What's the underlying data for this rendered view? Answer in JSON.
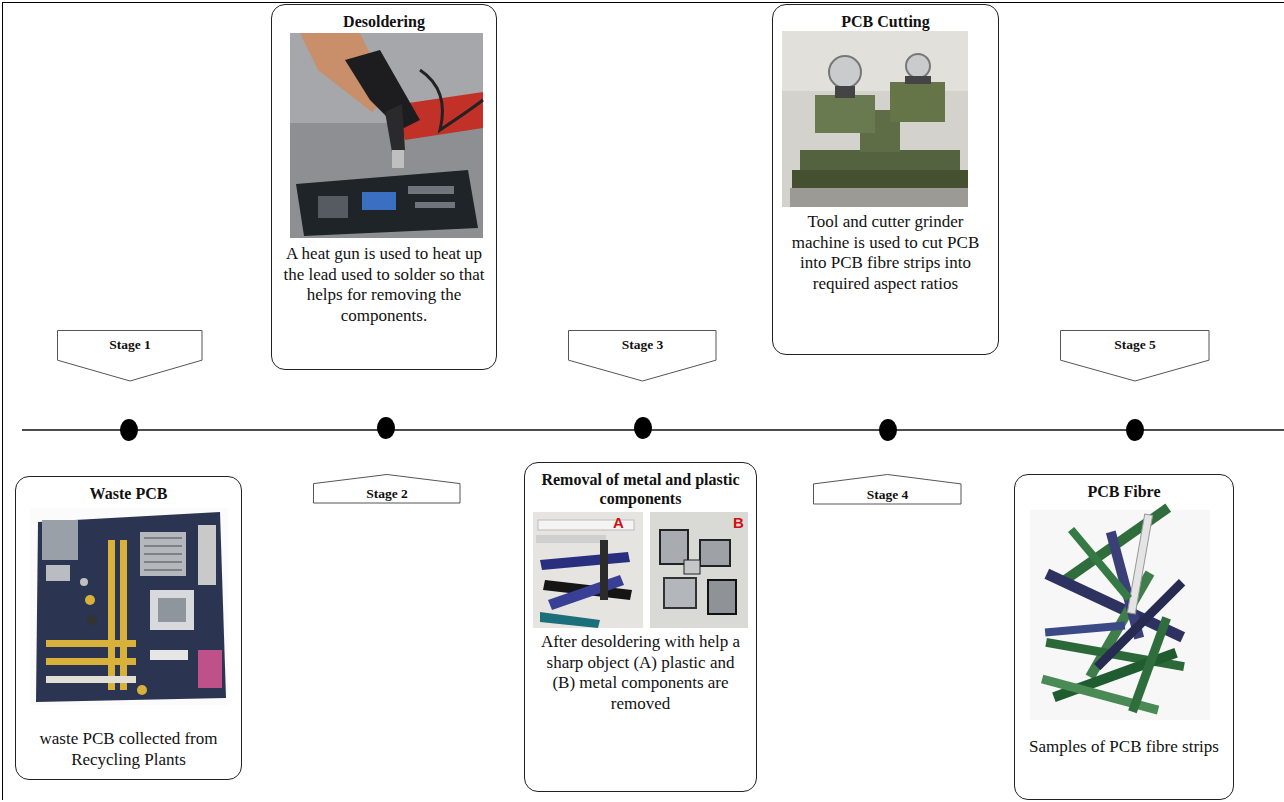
{
  "diagram": {
    "nodes": [
      {
        "text": [
          "Stage 1"
        ]
      },
      {
        "text": [
          "Waste PCB",
          "waste PCB collected from Recycling Plants"
        ]
      },
      {
        "text": [
          "Stage 2"
        ]
      },
      {
        "text": [
          "Desoldering",
          "A heat gun is used to heat up the lead used to solder so that helps for removing the components."
        ]
      },
      {
        "text": [
          "Stage 3"
        ]
      },
      {
        "text": [
          "Removal of metal and plastic components",
          "A",
          "B",
          "After desoldering with help a sharp object (A) plastic and (B) metal components are removed"
        ]
      },
      {
        "text": [
          "Stage 4"
        ]
      },
      {
        "text": [
          "PCB Cutting",
          "Tool and cutter grinder machine is used to cut PCB into PCB fibre strips into required aspect ratios"
        ]
      },
      {
        "text": [
          "Stage 5"
        ]
      },
      {
        "text": [
          "PCB Fibre",
          "Samples of PCB fibre strips"
        ]
      }
    ]
  }
}
